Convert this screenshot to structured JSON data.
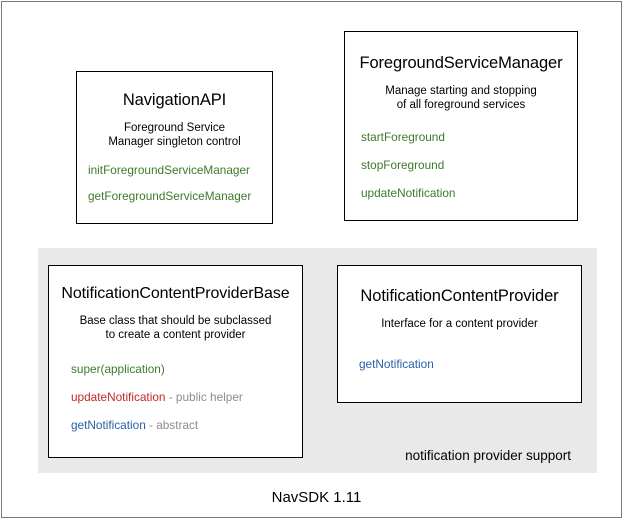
{
  "diagram": {
    "footer_label": "NavSDK 1.11",
    "group_panel": {
      "caption": "notification provider support"
    },
    "colors": {
      "green": "#3d7a2c",
      "red": "#c22a22",
      "blue": "#2b5ea8",
      "note_gray": "#8c8c8c",
      "panel_gray": "#e9e9e9",
      "box_border": "#000000",
      "frame_border": "#7a7a7a"
    },
    "boxes": [
      {
        "id": "navigation-api",
        "title": "NavigationAPI",
        "description_lines": [
          "Foreground Service",
          "Manager singleton control"
        ],
        "members": [
          {
            "name": "initForegroundServiceManager",
            "color": "green",
            "note": ""
          },
          {
            "name": "getForegroundServiceManager",
            "color": "green",
            "note": ""
          }
        ]
      },
      {
        "id": "foreground-service-manager",
        "title": "ForegroundServiceManager",
        "description_lines": [
          "Manage starting and stopping",
          "of all foreground services"
        ],
        "members": [
          {
            "name": "startForeground",
            "color": "green",
            "note": ""
          },
          {
            "name": "stopForeground",
            "color": "green",
            "note": ""
          },
          {
            "name": "updateNotification",
            "color": "green",
            "note": ""
          }
        ]
      },
      {
        "id": "notification-content-provider-base",
        "title": "NotificationContentProviderBase",
        "description_lines": [
          "Base class that should be subclassed",
          "to create a content provider"
        ],
        "members": [
          {
            "name": "super(application)",
            "color": "green",
            "note": ""
          },
          {
            "name": "updateNotification",
            "color": "red",
            "note": " - public helper"
          },
          {
            "name": "getNotification",
            "color": "blue",
            "note": " - abstract"
          }
        ]
      },
      {
        "id": "notification-content-provider",
        "title": "NotificationContentProvider",
        "description_lines": [
          "Interface for a content provider"
        ],
        "members": [
          {
            "name": "getNotification",
            "color": "blue",
            "note": ""
          }
        ]
      }
    ]
  }
}
